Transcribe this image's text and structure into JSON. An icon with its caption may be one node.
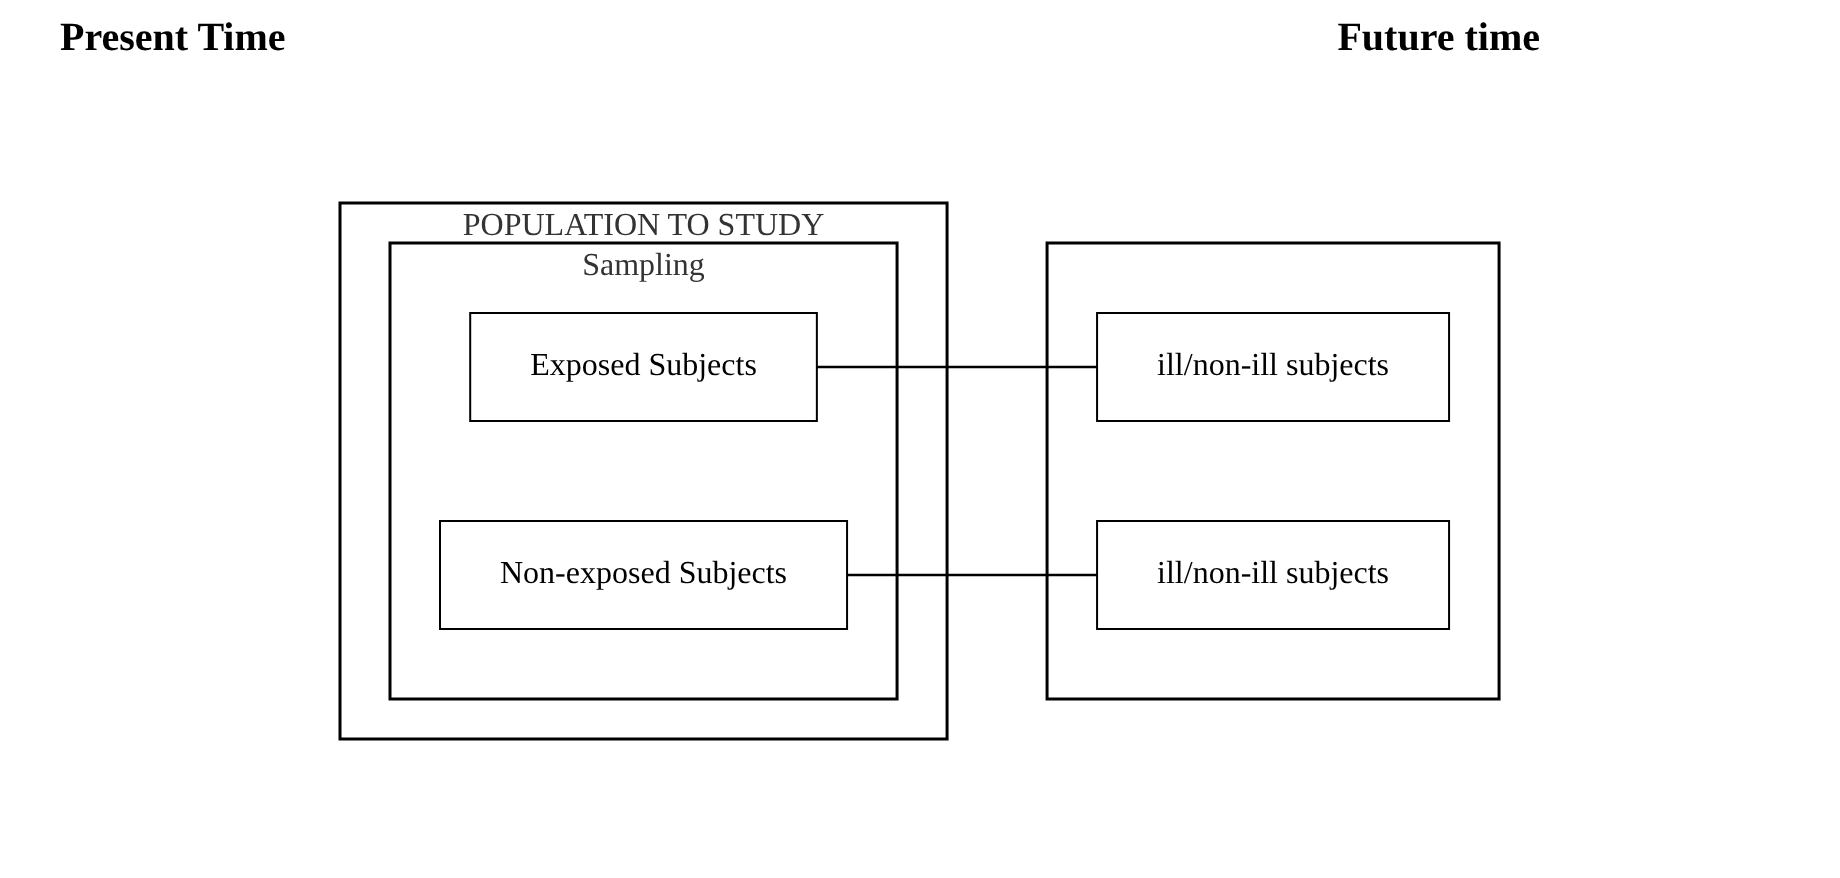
{
  "diagram": {
    "nodes": [
      {
        "text": [
          "POPULATION TO STUDY"
        ]
      },
      {
        "text": [
          "Sampling"
        ],
        "in": 0
      },
      {
        "text": [
          "Exposed Subjects"
        ],
        "in": 1
      },
      {
        "text": [
          "Non-exposed Subjects"
        ],
        "in": 1
      },
      {
        "text": [],
        "shape": "box"
      },
      {
        "text": [
          "ill/non-ill subjects"
        ],
        "in": 4
      },
      {
        "text": [
          "ill/non-ill subjects"
        ],
        "in": 4
      }
    ],
    "edges": [
      {
        "from": 2,
        "to": 5,
        "arrow": "none"
      },
      {
        "from": 3,
        "to": 6,
        "arrow": "none"
      }
    ],
    "labels": [
      "Present Time",
      "Future time"
    ]
  }
}
